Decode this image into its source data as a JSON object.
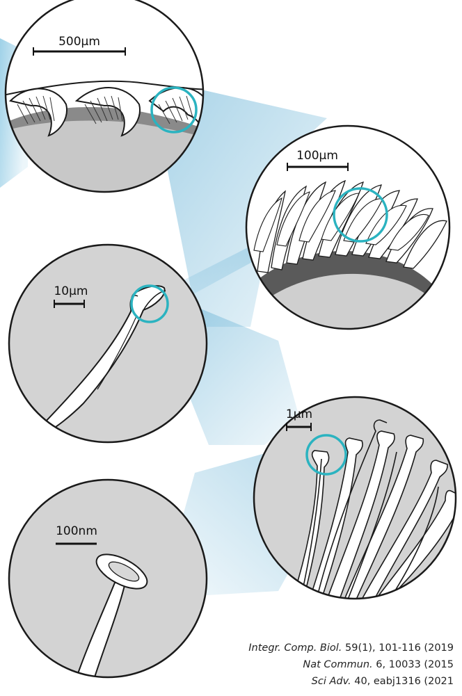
{
  "panels": [
    {
      "id": "setae-rows",
      "scale_label": "500μm"
    },
    {
      "id": "setae-array",
      "scale_label": "100μm"
    },
    {
      "id": "single-seta",
      "scale_label": "10μm"
    },
    {
      "id": "spatula-branches",
      "scale_label": "1μm"
    },
    {
      "id": "spatula-tip",
      "scale_label": "100nm"
    }
  ],
  "references": [
    {
      "journal": "Integr. Comp. Biol.",
      "details": " 59(1), 101-116 (2019"
    },
    {
      "journal": "Nat Commun.",
      "details": " 6, 10033 (2015"
    },
    {
      "journal": "Sci Adv.",
      "details": " 40, eabj1316 (2021"
    }
  ],
  "colors": {
    "highlight_ring": "#2bb3c0",
    "zoom_cone": "#8fcbe4",
    "tissue_dark": "#8c8c8c",
    "tissue_light": "#d4d4d4",
    "outline": "#1a1a1a"
  }
}
